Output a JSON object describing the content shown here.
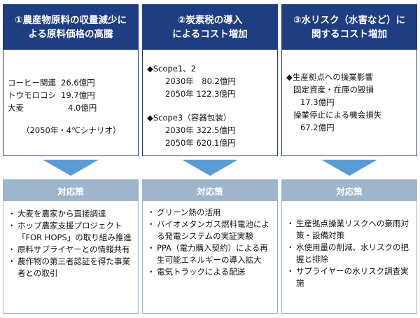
{
  "columns": [
    {
      "title": "①農産物原料の収量減少に\nよる原料価格の高騰",
      "lines": [
        {
          "label": "コーヒー関連",
          "value": "26.6億円"
        },
        {
          "label": "トウモロコシ",
          "value": "19.7億円"
        },
        {
          "label": "大麦",
          "value": "4.0億円"
        }
      ],
      "note": "（2050年・4℃シナリオ）",
      "measures_header": "対応策",
      "measures": [
        "大麦を農家から直接調達",
        "ホップ農家支援プロジェクト「FOR HOPS」の取り組み推進",
        "原料サプライヤーとの情報共有",
        "農作物の第三者認証を得た事業者との取引"
      ]
    },
    {
      "title": "②炭素税の導入\nによるコスト増加",
      "groups": [
        {
          "heading": "◆Scope1、2",
          "rows": [
            "2030年　80.2億円",
            "2050年 122.3億円"
          ]
        },
        {
          "heading": "◆Scope3（容器包装）",
          "rows": [
            "2030年 322.5億円",
            "2050年 620.1億円"
          ]
        }
      ],
      "measures_header": "対応策",
      "measures": [
        "グリーン熱の活用",
        "バイオメタンガス燃料電池による発電システムの実証実験",
        "PPA（電力購入契約）による再生可能エネルギーの導入拡大",
        "電気トラックによる配送"
      ]
    },
    {
      "title": "③水リスク（水害など）に\n関するコスト増加",
      "heading": "◆生産拠点への操業影響",
      "items": [
        {
          "label": "固定資産・在庫の毀損",
          "value": "17.3億円"
        },
        {
          "label": "操業停止による機会損失",
          "value": "67.2億円"
        }
      ],
      "measures_header": "対応策",
      "measures": [
        "生産拠点操業リスクへの豪雨対策・設備対策",
        "水使用量の削減、水リスクの把握と排除",
        "サプライヤーの水リスク調査実施"
      ]
    }
  ]
}
